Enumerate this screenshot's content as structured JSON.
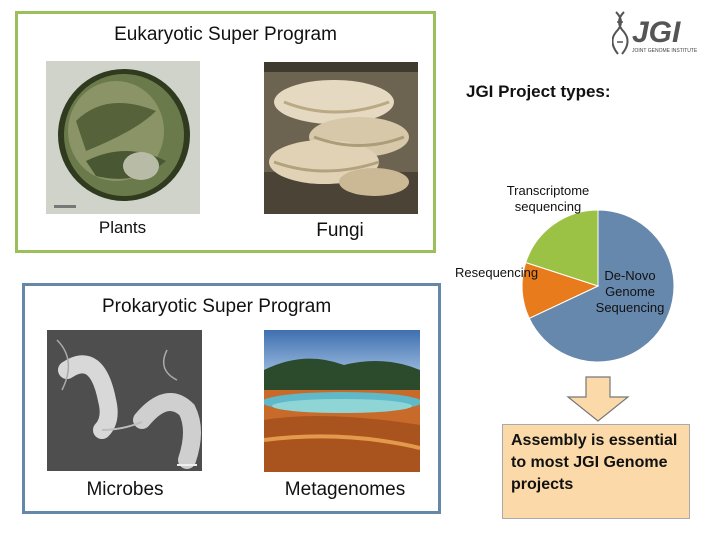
{
  "eukaryotic": {
    "title": "Eukaryotic Super Program",
    "plants_label": "Plants",
    "fungi_label": "Fungi"
  },
  "prokaryotic": {
    "title": "Prokaryotic Super Program",
    "microbes_label": "Microbes",
    "metagenomes_label": "Metagenomes"
  },
  "logo": {
    "text": "JGI",
    "subtext": "JOINT GENOME INSTITUTE"
  },
  "project_types": {
    "title": "JGI Project types:",
    "labels": {
      "transcriptome": "Transcriptome sequencing",
      "resequencing": "Resequencing",
      "denovo": "De-Novo Genome Sequencing"
    }
  },
  "chart_data": {
    "type": "pie",
    "title": "JGI Project types:",
    "slices": [
      {
        "label": "De-Novo Genome Sequencing",
        "value": 68,
        "color": "#6788ad"
      },
      {
        "label": "Resequencing",
        "value": 12,
        "color": "#e87b1c"
      },
      {
        "label": "Transcriptome sequencing",
        "value": 20,
        "color": "#9bc244"
      }
    ]
  },
  "callout": {
    "text": "Assembly is essential to most JGI Genome projects"
  },
  "colors": {
    "eukaryotic_border": "#9bbf5a",
    "prokaryotic_border": "#6587a8",
    "callout_bg": "#fbd9a9",
    "arrow_fill": "#fbd9a9"
  }
}
